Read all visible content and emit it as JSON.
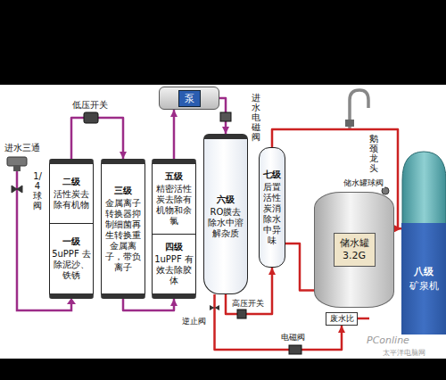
{
  "diagram": {
    "nodes": [
      {
        "text": [
          "二级",
          "活性炭去除有机物",
          "一级",
          "5uPPF 去除泥沙、铁锈"
        ]
      },
      {
        "text": [
          "三级",
          "金属离子转换器抑制细菌再生转换重金属离子，带负离子"
        ]
      },
      {
        "text": [
          "五级",
          "精密活性炭去除有机物和余氯",
          "四级",
          "1uPPF 有效去除胶体"
        ]
      },
      {
        "text": [
          "泵"
        ]
      },
      {
        "text": [
          "六级",
          "RO膜去除水中溶解杂质"
        ]
      },
      {
        "text": [
          "七级",
          "后置活性炭消除水中异味"
        ]
      },
      {
        "text": [
          "储水罐",
          "3.2G"
        ]
      },
      {
        "text": [
          "八级",
          "矿泉机"
        ]
      },
      {
        "text": [
          "废水比"
        ]
      }
    ],
    "edges": [
      {
        "from": 0,
        "to": 1,
        "arrow": "to"
      },
      {
        "from": 1,
        "to": 2,
        "arrow": "to"
      },
      {
        "from": 2,
        "to": 3,
        "arrow": "to"
      },
      {
        "from": 3,
        "to": 4,
        "arrow": "to"
      },
      {
        "from": 4,
        "to": 5,
        "arrow": "to"
      },
      {
        "from": 5,
        "to": 6,
        "arrow": "none"
      },
      {
        "from": 5,
        "to": 7,
        "arrow": "to"
      },
      {
        "from": 4,
        "to": 8,
        "arrow": "to"
      }
    ],
    "labels": [
      "进水三通",
      "1/4球阀",
      "低压开关",
      "进水电磁阀",
      "鹅颈龙头",
      "储水罐球阀",
      "逆止阀",
      "高压开关",
      "电磁阀",
      "PConline",
      "太平洋电脑网"
    ]
  }
}
